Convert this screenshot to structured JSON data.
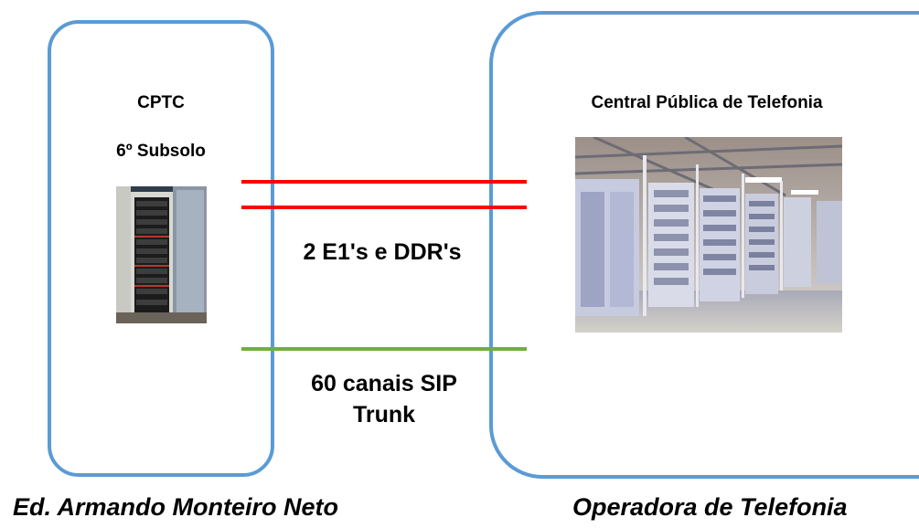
{
  "left_box": {
    "title": "CPTC",
    "subtitle": "6º Subsolo",
    "image": "equipment-rack",
    "caption": "Ed. Armando Monteiro Neto"
  },
  "right_box": {
    "title": "Central Pública de Telefonia",
    "image": "telephone-exchange-room",
    "caption": "Operadora de Telefonia"
  },
  "links": {
    "e1_label": "2 E1's e DDR's",
    "sip_label_line1": "60 canais SIP",
    "sip_label_line2": "Trunk"
  },
  "colors": {
    "box_border": "#5b9bd5",
    "e1_lines": "#ff0000",
    "sip_line": "#70ad47"
  }
}
